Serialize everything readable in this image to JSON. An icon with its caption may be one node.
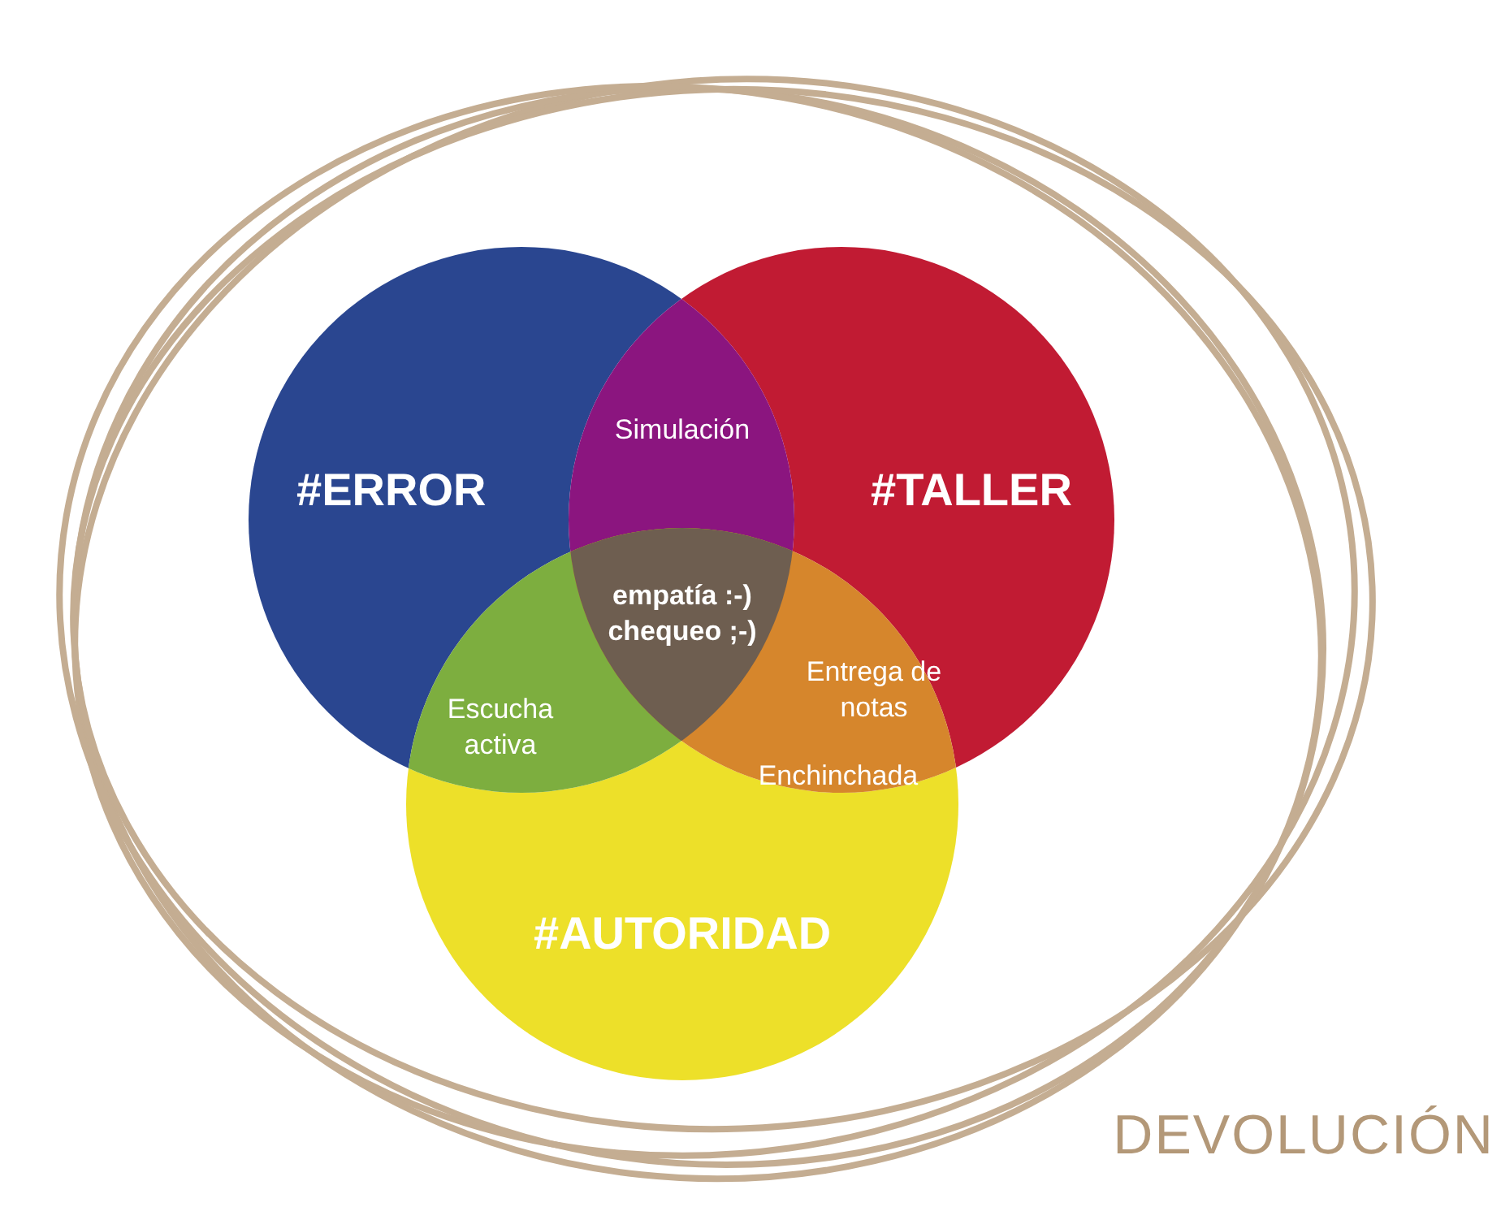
{
  "diagram": {
    "nodes": [
      {
        "text": [
          "DEVOLUCIÓN"
        ]
      },
      {
        "text": [
          "#ERROR"
        ],
        "in": 0
      },
      {
        "text": [
          "#TALLER"
        ],
        "in": 0
      },
      {
        "text": [
          "#AUTORIDAD"
        ],
        "in": 0
      }
    ],
    "edges": [],
    "labels": [
      "Simulación",
      "empatía :-) chequeo ;-)",
      "Escucha activa",
      "Entrega de notas",
      "Enchinchada"
    ]
  }
}
